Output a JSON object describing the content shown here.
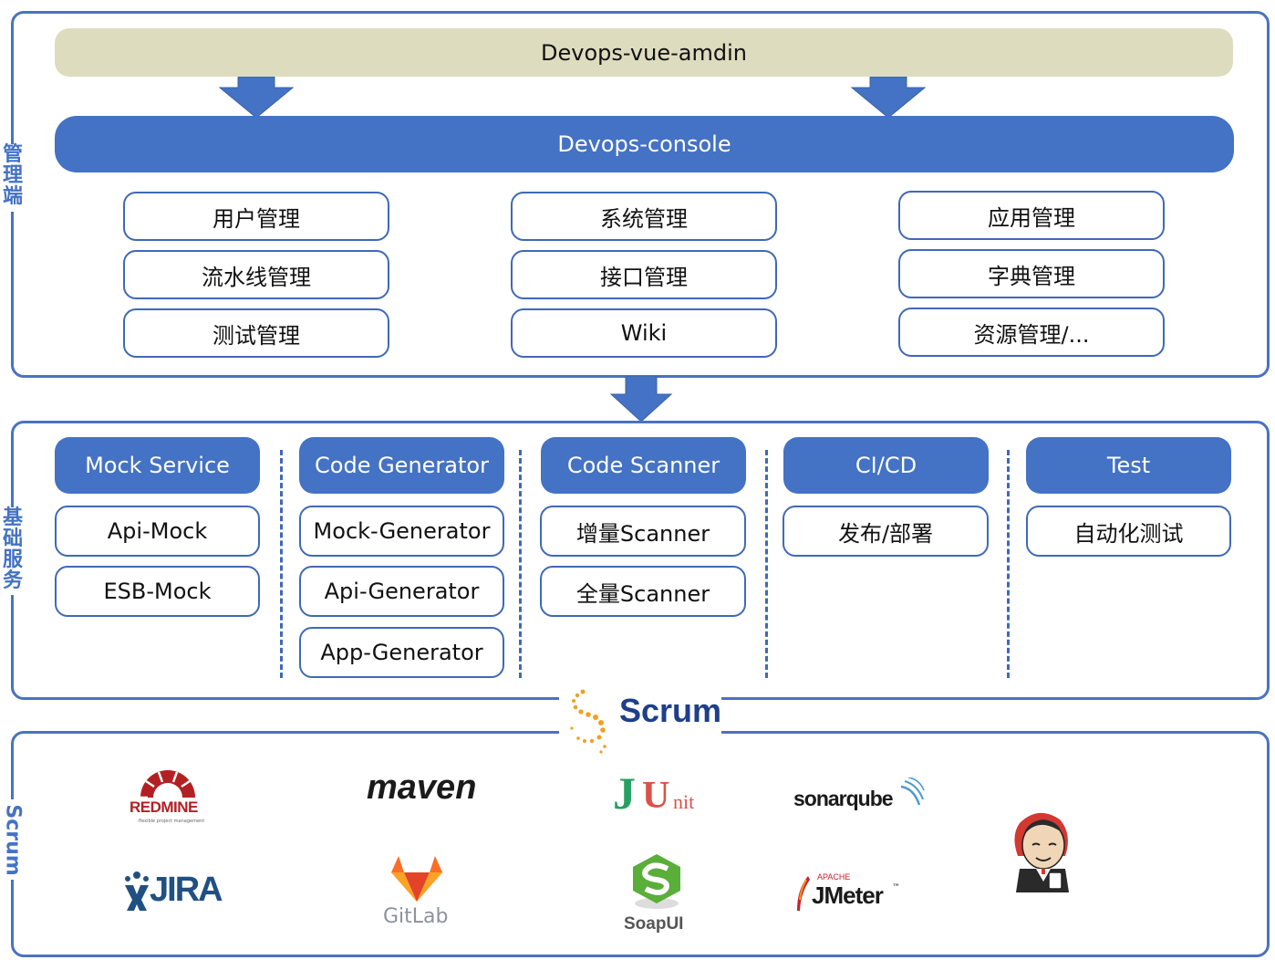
{
  "side_labels": {
    "management": "管理端",
    "services": "基础服务",
    "scrum": "Scrum"
  },
  "top": {
    "admin": "Devops-vue-amdin",
    "console": "Devops-console"
  },
  "modules": [
    [
      "用户管理",
      "流水线管理",
      "测试管理"
    ],
    [
      "系统管理",
      "接口管理",
      "Wiki"
    ],
    [
      "应用管理",
      "字典管理",
      "资源管理/..."
    ]
  ],
  "services": [
    {
      "title": "Mock Service",
      "items": [
        "Api-Mock",
        "ESB-Mock"
      ]
    },
    {
      "title": "Code Generator",
      "items": [
        "Mock-Generator",
        "Api-Generator",
        "App-Generator"
      ]
    },
    {
      "title": "Code Scanner",
      "items": [
        "增量Scanner",
        "全量Scanner"
      ]
    },
    {
      "title": "CI/CD",
      "items": [
        "发布/部署"
      ]
    },
    {
      "title": "Test",
      "items": [
        "自动化测试"
      ]
    }
  ],
  "scrum_logo": "Scrum",
  "tools": {
    "redmine": "REDMINE",
    "redmine_tag": "flexible project management",
    "maven": "maven",
    "junit_j": "J",
    "junit_u": "U",
    "junit_nit": "nit",
    "sonarqube": "sonarqube",
    "jira": "JIRA",
    "gitlab": "GitLab",
    "soapui": "SoapUI",
    "jmeter_apache": "APACHE",
    "jmeter": "JMeter",
    "jmeter_tm": "™"
  },
  "colors": {
    "accent": "#4472c4",
    "border": "#3f69b6",
    "top_bar": "#dedcbe"
  }
}
